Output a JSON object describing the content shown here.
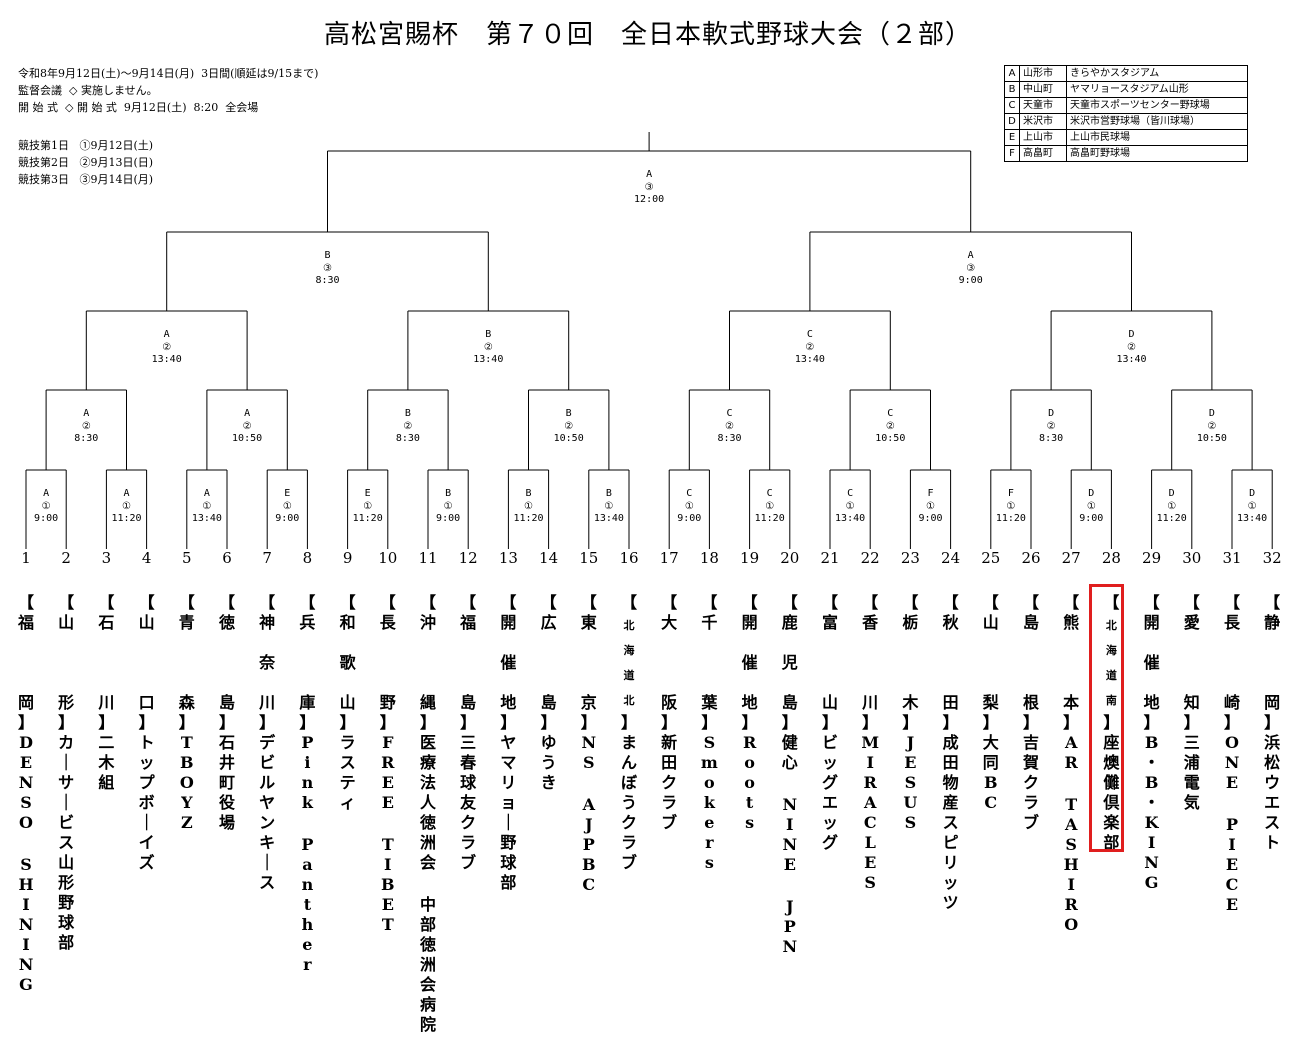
{
  "title": "高松宮賜杯　第７０回　全日本軟式野球大会（２部）",
  "info_lines": [
    "令和8年9月12日(土)～9月14日(月)  3日間(順延は9/15まで)",
    "監督会議  ◇ 実施しません。",
    "開 始 式  ◇ 開 始 式  9月12日(土)  8:20  全会場"
  ],
  "schedule_lines": [
    "競技第1日   ①9月12日(土)",
    "競技第2日   ②9月13日(日)",
    "競技第3日   ③9月14日(月)"
  ],
  "venues": [
    {
      "code": "A",
      "city": "山形市",
      "name": "きらやかスタジアム"
    },
    {
      "code": "B",
      "city": "中山町",
      "name": "ヤマリョースタジアム山形"
    },
    {
      "code": "C",
      "city": "天童市",
      "name": "天童市スポーツセンター野球場"
    },
    {
      "code": "D",
      "city": "米沢市",
      "name": "米沢市営野球場（皆川球場）"
    },
    {
      "code": "E",
      "city": "上山市",
      "name": "上山市民球場"
    },
    {
      "code": "F",
      "city": "高畠町",
      "name": "高畠町野球場"
    }
  ],
  "round1": [
    {
      "venue": "A",
      "day": "①",
      "time": "9:00"
    },
    {
      "venue": "A",
      "day": "①",
      "time": "11:20"
    },
    {
      "venue": "A",
      "day": "①",
      "time": "13:40"
    },
    {
      "venue": "E",
      "day": "①",
      "time": "9:00"
    },
    {
      "venue": "E",
      "day": "①",
      "time": "11:20"
    },
    {
      "venue": "B",
      "day": "①",
      "time": "9:00"
    },
    {
      "venue": "B",
      "day": "①",
      "time": "11:20"
    },
    {
      "venue": "B",
      "day": "①",
      "time": "13:40"
    },
    {
      "venue": "C",
      "day": "①",
      "time": "9:00"
    },
    {
      "venue": "C",
      "day": "①",
      "time": "11:20"
    },
    {
      "venue": "C",
      "day": "①",
      "time": "13:40"
    },
    {
      "venue": "F",
      "day": "①",
      "time": "9:00"
    },
    {
      "venue": "F",
      "day": "①",
      "time": "11:20"
    },
    {
      "venue": "D",
      "day": "①",
      "time": "9:00"
    },
    {
      "venue": "D",
      "day": "①",
      "time": "11:20"
    },
    {
      "venue": "D",
      "day": "①",
      "time": "13:40"
    }
  ],
  "round2": [
    {
      "venue": "A",
      "day": "②",
      "time": "8:30"
    },
    {
      "venue": "A",
      "day": "②",
      "time": "10:50"
    },
    {
      "venue": "B",
      "day": "②",
      "time": "8:30"
    },
    {
      "venue": "B",
      "day": "②",
      "time": "10:50"
    },
    {
      "venue": "C",
      "day": "②",
      "time": "8:30"
    },
    {
      "venue": "C",
      "day": "②",
      "time": "10:50"
    },
    {
      "venue": "D",
      "day": "②",
      "time": "8:30"
    },
    {
      "venue": "D",
      "day": "②",
      "time": "10:50"
    }
  ],
  "round3": [
    {
      "venue": "A",
      "day": "②",
      "time": "13:40"
    },
    {
      "venue": "B",
      "day": "②",
      "time": "13:40"
    },
    {
      "venue": "C",
      "day": "②",
      "time": "13:40"
    },
    {
      "venue": "D",
      "day": "②",
      "time": "13:40"
    }
  ],
  "semifinals": [
    {
      "venue": "B",
      "day": "③",
      "time": "8:30"
    },
    {
      "venue": "A",
      "day": "③",
      "time": "9:00"
    }
  ],
  "final": {
    "venue": "A",
    "day": "③",
    "time": "12:00"
  },
  "teams": [
    {
      "num": "1",
      "pref": "福岡",
      "name": "DENSO SHINING"
    },
    {
      "num": "2",
      "pref": "山形",
      "name": "カーサービス山形野球部"
    },
    {
      "num": "3",
      "pref": "石川",
      "name": "二木組"
    },
    {
      "num": "4",
      "pref": "山口",
      "name": "トップボーイズ"
    },
    {
      "num": "5",
      "pref": "青森",
      "name": "TBOYZ"
    },
    {
      "num": "6",
      "pref": "徳島",
      "name": "石井町役場"
    },
    {
      "num": "7",
      "pref": "神奈川",
      "name": "デビルヤンキース"
    },
    {
      "num": "8",
      "pref": "兵庫",
      "name": "Pink Panther"
    },
    {
      "num": "9",
      "pref": "和歌山",
      "name": "ラスティ"
    },
    {
      "num": "10",
      "pref": "長野",
      "name": "FREE TIBET"
    },
    {
      "num": "11",
      "pref": "沖縄",
      "name": "医療法人徳洲会 中部徳洲会病院"
    },
    {
      "num": "12",
      "pref": "福島",
      "name": "三春球友クラブ"
    },
    {
      "num": "13",
      "pref": "開催地",
      "name": "ヤマリョー野球部"
    },
    {
      "num": "14",
      "pref": "広島",
      "name": "ゆうき"
    },
    {
      "num": "15",
      "pref": "東京",
      "name": "NS AJPBC"
    },
    {
      "num": "16",
      "pref": "北海道北",
      "name": "まんぼうクラブ"
    },
    {
      "num": "17",
      "pref": "大阪",
      "name": "新田クラブ"
    },
    {
      "num": "18",
      "pref": "千葉",
      "name": "Smokers"
    },
    {
      "num": "19",
      "pref": "開催地",
      "name": "Roots"
    },
    {
      "num": "20",
      "pref": "鹿児島",
      "name": "健心 NINE JPN"
    },
    {
      "num": "21",
      "pref": "富山",
      "name": "ビッグエッグ"
    },
    {
      "num": "22",
      "pref": "香川",
      "name": "MIRACLES"
    },
    {
      "num": "23",
      "pref": "栃木",
      "name": "JESUS"
    },
    {
      "num": "24",
      "pref": "秋田",
      "name": "成田物産スピリッツ"
    },
    {
      "num": "25",
      "pref": "山梨",
      "name": "大同BC"
    },
    {
      "num": "26",
      "pref": "島根",
      "name": "吉賀クラブ"
    },
    {
      "num": "27",
      "pref": "熊本",
      "name": "AR TASHIRO"
    },
    {
      "num": "28",
      "pref": "北海道南",
      "name": "座燠儺倶楽部"
    },
    {
      "num": "29",
      "pref": "開催地",
      "name": "B・B・KING"
    },
    {
      "num": "30",
      "pref": "愛知",
      "name": "三浦電気"
    },
    {
      "num": "31",
      "pref": "長崎",
      "name": "ONE PIECE"
    },
    {
      "num": "32",
      "pref": "静岡",
      "name": "浜松ウエスト"
    }
  ],
  "highlight_color": "#e01e1e"
}
